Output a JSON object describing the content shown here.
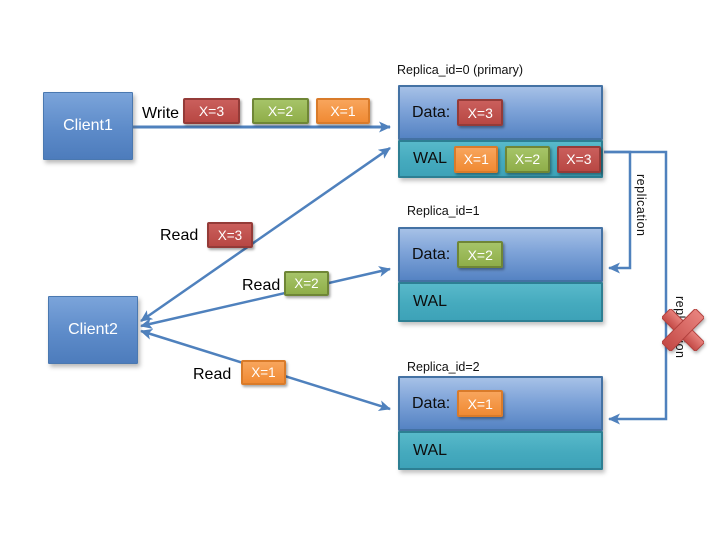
{
  "clients": [
    {
      "label": "Client1"
    },
    {
      "label": "Client2"
    }
  ],
  "write_flow": {
    "action_label": "Write",
    "chips": [
      {
        "label": "X=3",
        "color": "#c0504d"
      },
      {
        "label": "X=2",
        "color": "#9bbb59"
      },
      {
        "label": "X=1",
        "color": "#f79646"
      }
    ]
  },
  "read_flows": [
    {
      "action_label": "Read",
      "chip": {
        "label": "X=3",
        "color": "#c0504d"
      }
    },
    {
      "action_label": "Read",
      "chip": {
        "label": "X=2",
        "color": "#9bbb59"
      }
    },
    {
      "action_label": "Read",
      "chip": {
        "label": "X=1",
        "color": "#f79646"
      }
    }
  ],
  "replicas": [
    {
      "title": "Replica_id=0 (primary)",
      "data_label": "Data:",
      "data_chips": [
        {
          "label": "X=3",
          "color": "#c0504d"
        }
      ],
      "wal_label": "WAL",
      "wal_chips": [
        {
          "label": "X=1",
          "color": "#f79646"
        },
        {
          "label": "X=2",
          "color": "#9bbb59"
        },
        {
          "label": "X=3",
          "color": "#c0504d"
        }
      ]
    },
    {
      "title": "Replica_id=1",
      "data_label": "Data:",
      "data_chips": [
        {
          "label": "X=2",
          "color": "#9bbb59"
        }
      ],
      "wal_label": "WAL",
      "wal_chips": []
    },
    {
      "title": "Replica_id=2",
      "data_label": "Data:",
      "data_chips": [
        {
          "label": "X=1",
          "color": "#f79646"
        }
      ],
      "wal_label": "WAL",
      "wal_chips": []
    }
  ],
  "replication": {
    "labels": [
      "replication",
      "replication"
    ],
    "link_to_replica2_failed": true
  },
  "colors": {
    "node_blue": "#4f81bd",
    "wal_teal": "#45aabe",
    "arrow_blue": "#4f81bd",
    "fail_red": "#d65955"
  }
}
